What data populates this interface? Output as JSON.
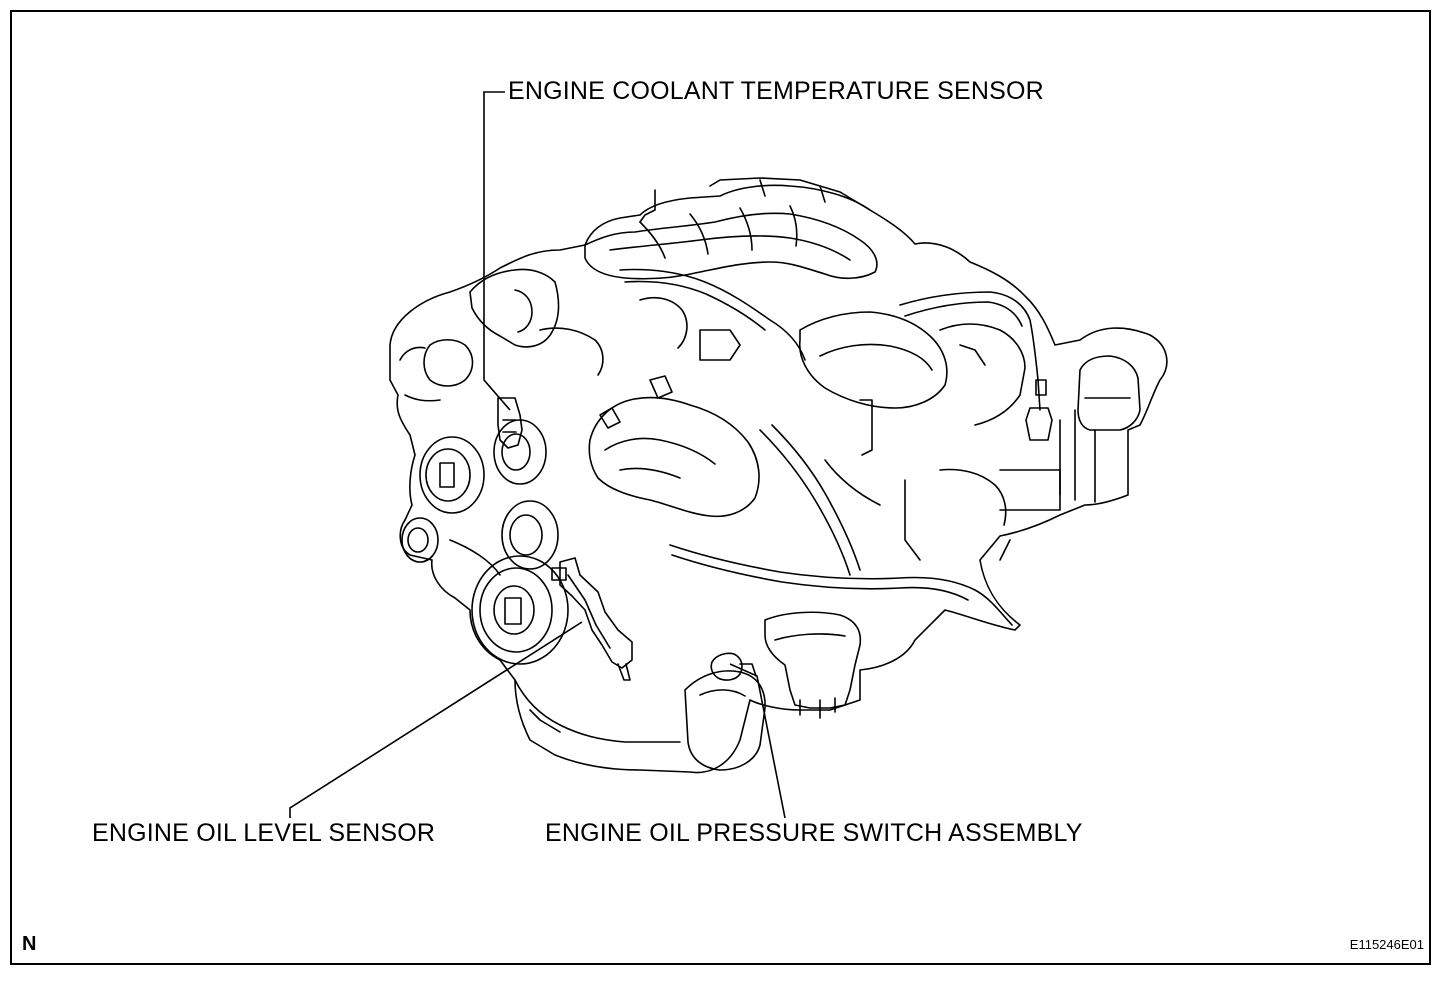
{
  "diagram": {
    "labels": {
      "coolant_sensor": "ENGINE COOLANT TEMPERATURE SENSOR",
      "oil_level_sensor": "ENGINE OIL LEVEL SENSOR",
      "oil_pressure_switch": "ENGINE OIL PRESSURE SWITCH ASSEMBLY"
    },
    "corner_mark": "N",
    "figure_code": "E115246E01",
    "line_color": "#000000",
    "background_color": "#ffffff"
  }
}
